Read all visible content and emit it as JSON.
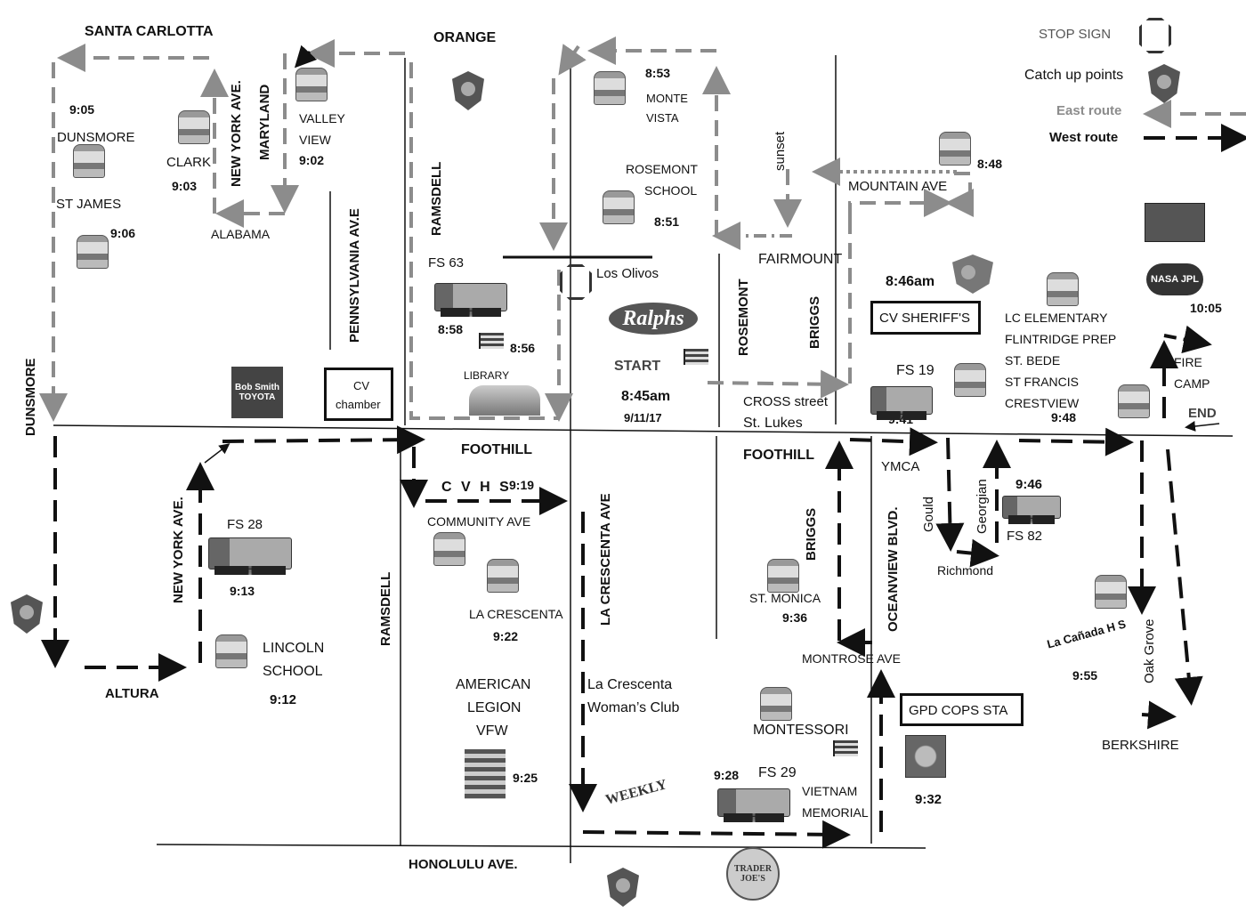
{
  "streets": {
    "santa_carlotta": "SANTA CARLOTTA",
    "orange": "ORANGE",
    "dunsmore": "DUNSMORE",
    "new_york_top": "NEW YORK AVE.",
    "maryland": "MARYLAND",
    "alabama": "ALABAMA",
    "pennsylvania": "PENNSYLVANIA AV.E",
    "ramsdell_top": "RAMSDELL",
    "ramsdell_bottom": "RAMSDELL",
    "sunset": "sunset",
    "mountain": "MOUNTAIN AVE",
    "fairmount": "FAIRMOUNT",
    "rosemont": "ROSEMONT",
    "briggs_top": "BRIGGS",
    "briggs_bottom": "BRIGGS",
    "cross": "CROSS street",
    "foothill_left": "FOOTHILL",
    "foothill_right": "FOOTHILL",
    "oceanview": "OCEANVIEW BLVD.",
    "gould": "Gould",
    "georgian": "Georgian",
    "richmond": "Richmond",
    "montrose": "MONTROSE  AVE",
    "la_crescenta_ave": "LA CRESCENTA AVE",
    "new_york_bottom": "NEW YORK AVE.",
    "altura": "ALTURA",
    "honolulu": "HONOLULU AVE.",
    "oak_grove": "Oak Grove",
    "berkshire": "BERKSHIRE",
    "community": "COMMUNITY AVE",
    "los_olivos": "Los Olivos"
  },
  "places": {
    "dunsmore": "DUNSMORE",
    "st_james": "ST JAMES",
    "clark": "CLARK",
    "valley": "VALLEY",
    "view": "VIEW",
    "monte": "MONTE",
    "vista": "VISTA",
    "rosemont": "ROSEMONT",
    "school": "SCHOOL",
    "fs63": "FS 63",
    "library": "LIBRARY",
    "start": "START",
    "start_time": "8:45am",
    "date": "9/11/17",
    "st_lukes": "St. Lukes",
    "sheriff": "CV SHERIFF'S",
    "chamber_1": "CV",
    "chamber_2": "chamber",
    "fs19": "FS 19",
    "schools": [
      "LC ELEMENTARY",
      "FLINTRIDGE PREP",
      "ST. BEDE",
      "ST FRANCIS",
      "CRESTVIEW"
    ],
    "fire": "FIRE",
    "camp": "CAMP",
    "end": "END",
    "fs28": "FS 28",
    "lincoln": "LINCOLN",
    "lincoln_school": "SCHOOL",
    "cvhs": "C V H S",
    "la_crescenta": "LA CRESCENTA",
    "american": "AMERICAN",
    "legion": "LEGION",
    "vfw": "VFW",
    "womans_1": "La Crescenta",
    "womans_2": "Woman’s Club",
    "st_monica": "ST. MONICA",
    "montessori": "MONTESSORI",
    "fs29": "FS 29",
    "vietnam": "VIETNAM",
    "memorial": "MEMORIAL",
    "gpd": "GPD COPS STA",
    "fs82": "FS 82",
    "ymca": "YMCA",
    "la_canada_hs": "La Cañada H S"
  },
  "times": {
    "t905": "9:05",
    "t903": "9:03",
    "t902": "9:02",
    "t906": "9:06",
    "t853": "8:53",
    "t851": "8:51",
    "t848": "8:48",
    "t846": "8:46am",
    "t1005": "10:05",
    "t858": "8:58",
    "t856": "8:56",
    "t941": "9:41",
    "t948": "9:48",
    "t919": "9:19",
    "t913": "9:13",
    "t912": "9:12",
    "t922": "9:22",
    "t925": "9:25",
    "t936": "9:36",
    "t928": "9:28",
    "t932": "9:32",
    "t946": "9:46",
    "t955": "9:55"
  },
  "legend": {
    "stop_sign": "STOP SIGN",
    "catch_up": "Catch up points",
    "east": "East route",
    "west": "West route"
  },
  "logos": {
    "ralphs": "Ralphs",
    "toyota": "Bob Smith TOYOTA",
    "trader_joes": "TRADER JOE'S",
    "nasa": "NASA JPL",
    "weekly": "WEEKLY"
  },
  "colors": {
    "east_route": "#8c8c8c",
    "west_route": "#111111"
  }
}
